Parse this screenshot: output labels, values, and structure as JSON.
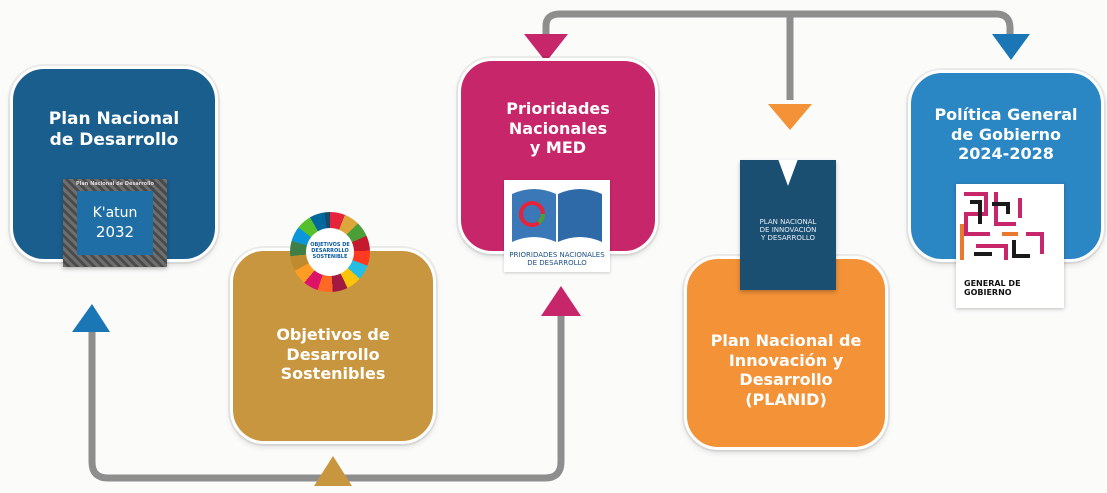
{
  "colors": {
    "connector": "#8e8e8e",
    "plan_nacional": "#1a5e8e",
    "ods": "#c8963e",
    "prioridades": "#c8266a",
    "planid": "#f39237",
    "politica": "#2b86c4",
    "arrow_blue": "#1a76b5",
    "arrow_pink": "#c8266a",
    "arrow_orange": "#f39237",
    "arrow_gold": "#c8963e"
  },
  "cards": {
    "plan_nacional": {
      "title": "Plan Nacional\nde Desarrollo",
      "cover_top": "Plan Nacional de Desarrollo",
      "cover_line1": "K'atun",
      "cover_line2": "2032"
    },
    "ods": {
      "title": "Objetivos de\nDesarrollo\nSostenibles",
      "logo_text": "OBJETIVOS DE DESARROLLO SOSTENIBLE"
    },
    "prioridades": {
      "title": "Prioridades\nNacionales\ny MED",
      "logo_text": "PRIORIDADES NACIONALES\nDE DESARROLLO"
    },
    "planid": {
      "title": "Plan Nacional de\nInnovación y\nDesarrollo\n(PLANID)",
      "cover_text": "PLAN NACIONAL\nDE INNOVACIÓN\nY DESARROLLO"
    },
    "politica": {
      "title": "Política General\nde Gobierno\n2024-2028",
      "cover_text": "GENERAL DE\nGOBIERNO"
    }
  },
  "icons": {
    "up_arrow_blue": "triangle-up-icon",
    "down_arrow_pink": "triangle-down-icon",
    "down_arrow_orange": "triangle-down-icon",
    "down_arrow_blue": "triangle-down-icon",
    "up_arrow_gold": "triangle-up-icon",
    "up_arrow_pink": "triangle-up-icon"
  }
}
